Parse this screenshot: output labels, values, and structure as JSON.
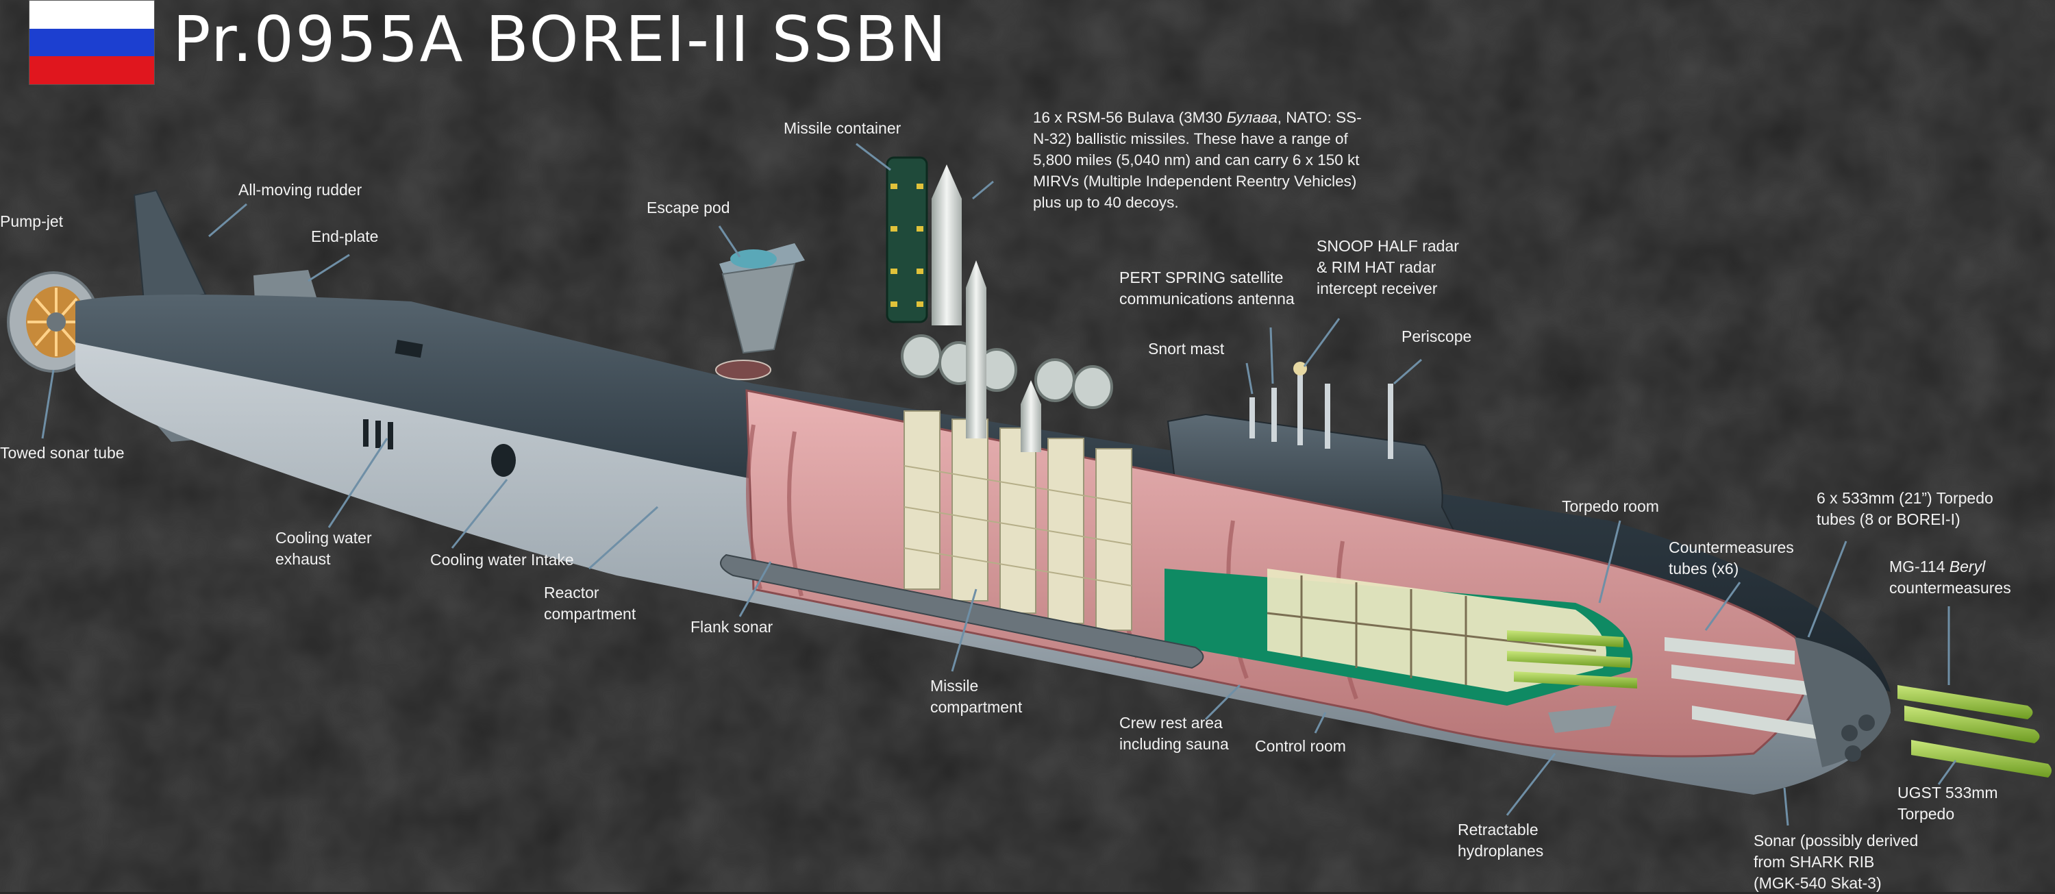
{
  "title": "Pr.0955A BOREI-II SSBN",
  "flag_colors": [
    "#ffffff",
    "#1c3fd0",
    "#e0161e"
  ],
  "colors": {
    "background": "#2a2a2a",
    "hull_dark": "#34414b",
    "hull_light": "#b9c2c9",
    "cutaway_pink": "#d99a9c",
    "interior_green": "#0f8a63",
    "interior_cream": "#e9e6c0",
    "missile_white": "#e9ecea",
    "torpedo_green": "#9acb3a",
    "leader_line": "#6f8fa6"
  },
  "labels": {
    "pump_jet": "Pump-jet",
    "all_moving_rudder": "All-moving rudder",
    "end_plate": "End-plate",
    "towed_sonar_tube": "Towed sonar tube",
    "cooling_water_exhaust_1": "Cooling water",
    "cooling_water_exhaust_2": "exhaust",
    "cooling_water_intake": "Cooling water Intake",
    "reactor_compartment_1": "Reactor",
    "reactor_compartment_2": "compartment",
    "flank_sonar": "Flank sonar",
    "escape_pod": "Escape pod",
    "missile_container": "Missile container",
    "missile_compartment_1": "Missile",
    "missile_compartment_2": "compartment",
    "pert_spring_1": "PERT SPRING satellite",
    "pert_spring_2": "communications antenna",
    "snoop_half_1": "SNOOP HALF radar",
    "snoop_half_2": "& RIM HAT radar",
    "snoop_half_3": "intercept receiver",
    "snort_mast": "Snort mast",
    "periscope": "Periscope",
    "torpedo_room": "Torpedo room",
    "countermeasures_tubes_1": "Countermeasures",
    "countermeasures_tubes_2": "tubes (x6)",
    "torpedo_tubes_1": "6 x 533mm (21”) Torpedo",
    "torpedo_tubes_2": "tubes (8 or BOREI-I)",
    "mg114_prefix": "MG-114 ",
    "mg114_italic": "Beryl",
    "mg114_2": "countermeasures",
    "crew_rest_1": "Crew rest area",
    "crew_rest_2": "including sauna",
    "control_room": "Control room",
    "retractable_hydroplanes_1": "Retractable",
    "retractable_hydroplanes_2": "hydroplanes",
    "ugst_1": "UGST 533mm",
    "ugst_2": "Torpedo",
    "sonar_1": "Sonar (possibly derived",
    "sonar_2": "from  SHARK RIB",
    "sonar_3": "(MGK-540 Skat-3)"
  },
  "missile_text": {
    "part1": "16 x RSM-56 Bulava (3M30 ",
    "italic": "Булава",
    "part2": ", NATO: SS-N-32) ballistic missiles. These have a range of 5,800 miles (5,040 nm) and can carry 6 x 150 kt MIRVs (Multiple Independent Reentry Vehicles) plus up to 40 decoys."
  }
}
